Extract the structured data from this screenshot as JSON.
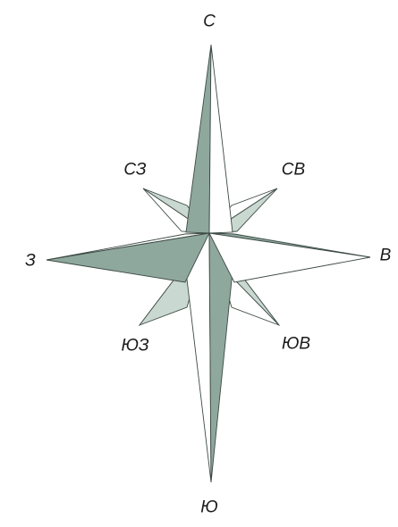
{
  "compass": {
    "labels": {
      "north": "С",
      "south": "Ю",
      "west": "З",
      "east": "В",
      "northwest": "СЗ",
      "northeast": "СВ",
      "southwest": "ЮЗ",
      "southeast": "ЮВ"
    },
    "colors": {
      "shaded": "#8fa89d",
      "light_shaded": "#c9d8d0",
      "outline": "#3d4a45",
      "unshaded": "#ffffff",
      "text": "#1a1a1a"
    }
  }
}
